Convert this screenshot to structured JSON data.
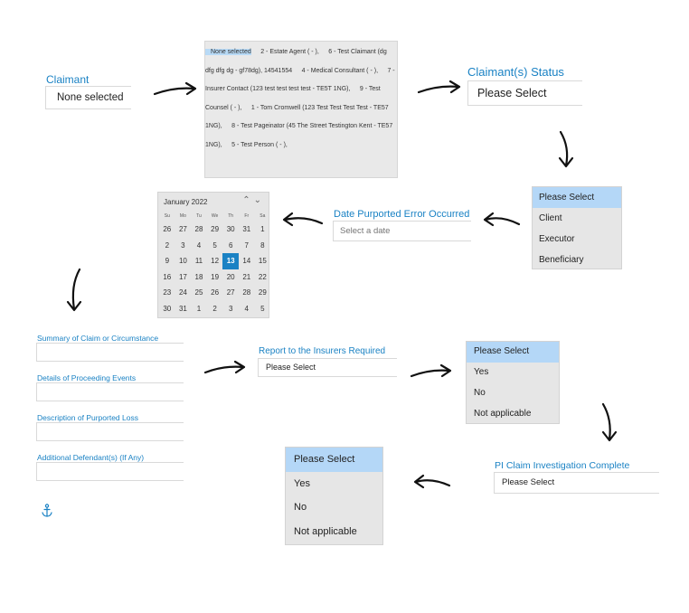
{
  "claimant": {
    "label": "Claimant",
    "value": "None selected",
    "options": [
      "None selected",
      "2 - Estate Agent ( - ),",
      "6 - Test Claimant (dg dfg dfg dg - gf78dg), 14541554",
      "4 - Medical  Consultant ( - ),",
      "7 - Insurer Contact (123 test test test test - TE5T 1NG),",
      "9 - Test Counsel ( - ),",
      "1 - Tom Cromwell (123 Test Test Test Test - TE57 1NG),",
      "8 - Test Pageinator (45 The Street  Testington Kent - TE57 1NG),",
      "5 - Test Person ( - ),"
    ]
  },
  "claimant_status": {
    "label": "Claimant(s) Status",
    "value": "Please Select",
    "options": [
      "Please Select",
      "Client",
      "Executor",
      "Beneficiary"
    ]
  },
  "date_error": {
    "label": "Date Purported Error Occurred",
    "placeholder": "Select a date"
  },
  "calendar": {
    "month": "January 2022",
    "weekdays": [
      "Su",
      "Mo",
      "Tu",
      "We",
      "Th",
      "Fr",
      "Sa"
    ],
    "days": [
      "26",
      "27",
      "28",
      "29",
      "30",
      "31",
      "1",
      "2",
      "3",
      "4",
      "5",
      "6",
      "7",
      "8",
      "9",
      "10",
      "11",
      "12",
      "13",
      "14",
      "15",
      "16",
      "17",
      "18",
      "19",
      "20",
      "21",
      "22",
      "23",
      "24",
      "25",
      "26",
      "27",
      "28",
      "29",
      "30",
      "31",
      "1",
      "2",
      "3",
      "4",
      "5"
    ],
    "today": "13"
  },
  "form": {
    "summary_label": "Summary of Claim or Circumstance",
    "details_label": "Details of Proceeding Events",
    "loss_label": "Description of Purported Loss",
    "defendants_label": "Additional Defendant(s) (If Any)"
  },
  "report_insurers": {
    "label": "Report to the Insurers Required",
    "value": "Please Select",
    "options": [
      "Please Select",
      "Yes",
      "No",
      "Not applicable"
    ]
  },
  "pi_claim": {
    "label": "PI Claim Investigation Complete",
    "value": "Please Select",
    "options": [
      "Please Select",
      "Yes",
      "No",
      "Not applicable"
    ]
  },
  "icons": {
    "anchor": "anchor-icon",
    "arrow": "arrow-icon"
  },
  "colors": {
    "accent": "#1a82c4",
    "selected": "#b4d7f7",
    "dropdown_bg": "#e6e6e6"
  }
}
